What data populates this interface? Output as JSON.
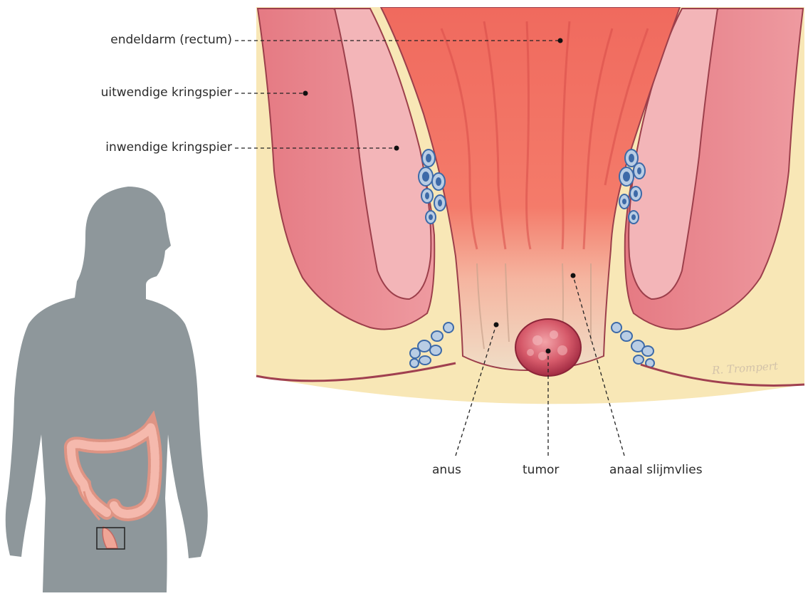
{
  "labels": {
    "rectum": "endeldarm (rectum)",
    "external_sphincter": "uitwendige kringspier",
    "internal_sphincter": "inwendige kringspier",
    "anus": "anus",
    "tumor": "tumor",
    "anal_mucosa": "anaal slijmvlies"
  },
  "signature": "R. Trompert",
  "colors": {
    "background": "#ffffff",
    "fat": "#f8e7b6",
    "muscle": "#e8868e",
    "muscle_light": "#f1aeb2",
    "rectum": "#f07868",
    "mucosa": "#efd8c2",
    "tumor": "#c8465a",
    "vessel_outer": "#b9cde4",
    "vessel_inner": "#3d6aa8",
    "silhouette": "#8e979b",
    "colon": "#f0a596",
    "line": "#222222"
  }
}
